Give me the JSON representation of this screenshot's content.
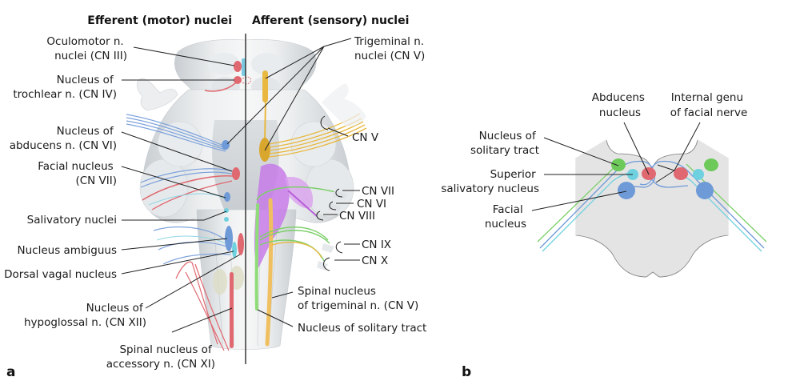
{
  "figure": {
    "panel_a": {
      "panel_letter": "a",
      "headings": {
        "left": "Efferent (motor) nuclei",
        "right": "Afferent (sensory) nuclei"
      },
      "left_labels": [
        {
          "id": "oculomotor",
          "lines": [
            "Oculomotor n.",
            "nuclei (CN III)"
          ]
        },
        {
          "id": "trochlear",
          "lines": [
            "Nucleus of",
            "trochlear n. (CN IV)"
          ]
        },
        {
          "id": "abducens",
          "lines": [
            "Nucleus of",
            "abducens n. (CN VI)"
          ]
        },
        {
          "id": "facial",
          "lines": [
            "Facial nucleus",
            "(CN VII)"
          ]
        },
        {
          "id": "salivatory",
          "lines": [
            "Salivatory nuclei"
          ]
        },
        {
          "id": "ambiguus",
          "lines": [
            "Nucleus ambiguus"
          ]
        },
        {
          "id": "dorsal-vagal",
          "lines": [
            "Dorsal vagal nucleus"
          ]
        },
        {
          "id": "hypoglossal",
          "lines": [
            "Nucleus of",
            "hypoglossal n. (CN XII)"
          ]
        },
        {
          "id": "accessory",
          "lines": [
            "Spinal nucleus of",
            "accessory n. (CN XI)"
          ]
        }
      ],
      "right_labels": [
        {
          "id": "trigeminal",
          "lines": [
            "Trigeminal n.",
            "nuclei (CN V)"
          ]
        },
        {
          "id": "cn-v",
          "lines": [
            "CN V"
          ]
        },
        {
          "id": "cn-vii",
          "lines": [
            "CN VII"
          ]
        },
        {
          "id": "cn-vi",
          "lines": [
            "CN VI"
          ]
        },
        {
          "id": "cn-viii",
          "lines": [
            "CN VIII"
          ]
        },
        {
          "id": "cn-ix",
          "lines": [
            "CN IX"
          ]
        },
        {
          "id": "cn-x",
          "lines": [
            "CN X"
          ]
        },
        {
          "id": "spinal-trigeminal",
          "lines": [
            "Spinal nucleus",
            "of trigeminal n. (CN V)"
          ]
        },
        {
          "id": "solitary",
          "lines": [
            "Nucleus of solitary tract"
          ]
        }
      ]
    },
    "panel_b": {
      "panel_letter": "b",
      "labels": [
        {
          "id": "abducens-nucleus",
          "lines": [
            "Abducens",
            "nucleus"
          ]
        },
        {
          "id": "internal-genu",
          "lines": [
            "Internal genu",
            "of facial nerve"
          ]
        },
        {
          "id": "solitary-tract",
          "lines": [
            "Nucleus of",
            "solitary tract"
          ]
        },
        {
          "id": "superior-salivatory",
          "lines": [
            "Superior",
            "salivatory nucleus"
          ]
        },
        {
          "id": "facial-nucleus",
          "lines": [
            "Facial",
            "nucleus"
          ]
        }
      ]
    },
    "colors": {
      "motor_red": "#e06870",
      "motor_blue": "#6f9ad8",
      "salivatory_cyan": "#6fd0e0",
      "sensory_yellow": "#e8b840",
      "solitary_green": "#7ccf6a",
      "vestibular_purple": "#c77be8",
      "brainstem_gray": "#e4e4e4"
    }
  }
}
